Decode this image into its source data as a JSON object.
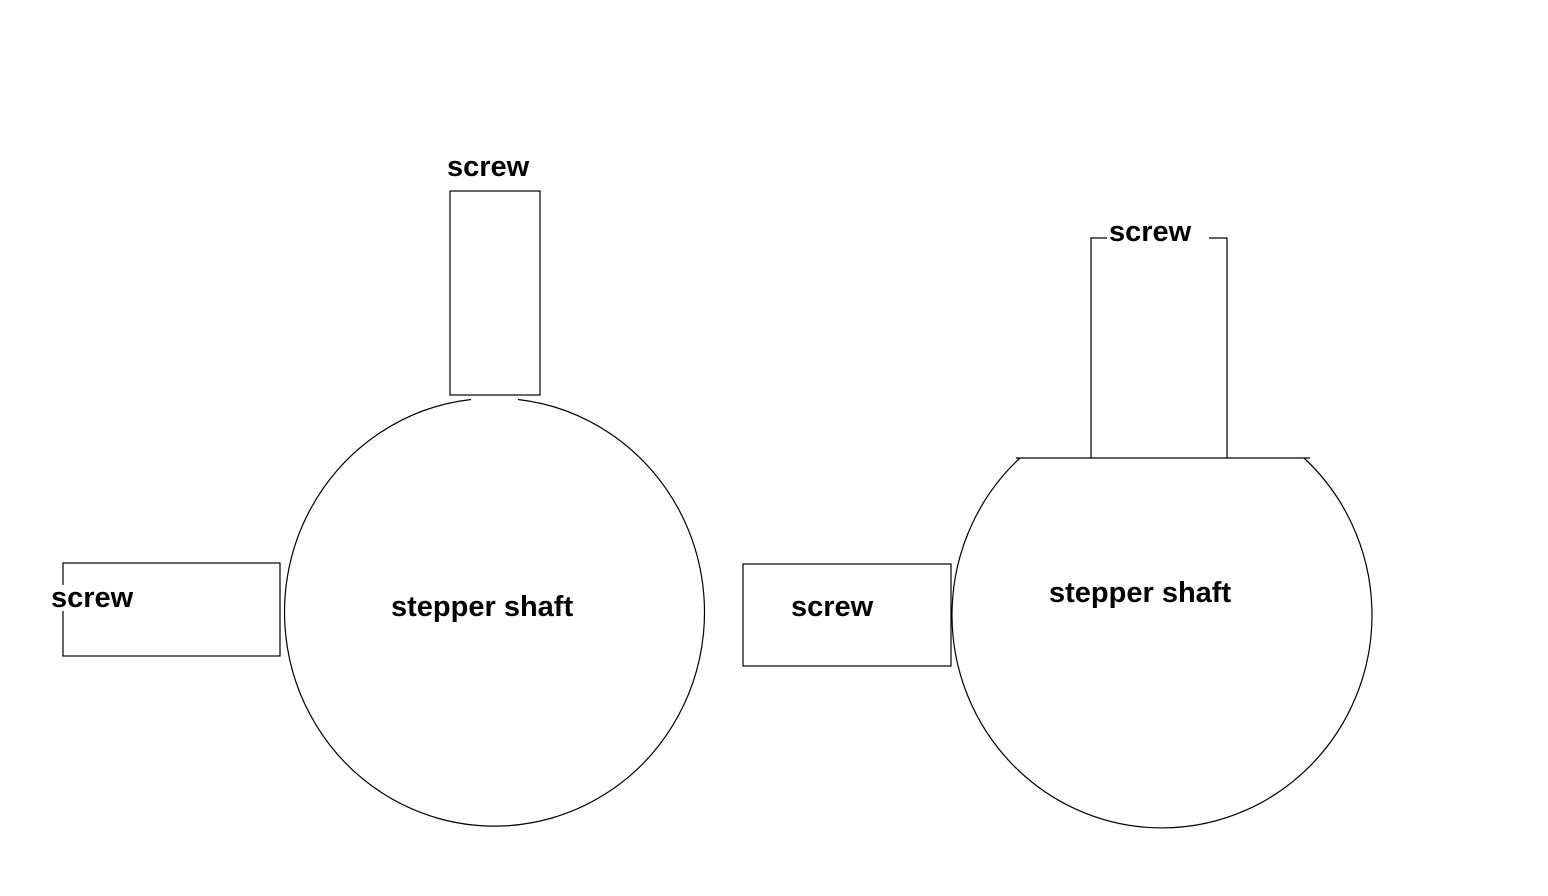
{
  "colors": {
    "line": "#000000",
    "background": "#ffffff"
  },
  "left_diagram": {
    "top_screw_label": "screw",
    "side_screw_label": "screw",
    "shaft_label": "stepper shaft"
  },
  "right_diagram": {
    "top_screw_label": "screw",
    "side_screw_label": "screw",
    "shaft_label": "stepper shaft"
  }
}
